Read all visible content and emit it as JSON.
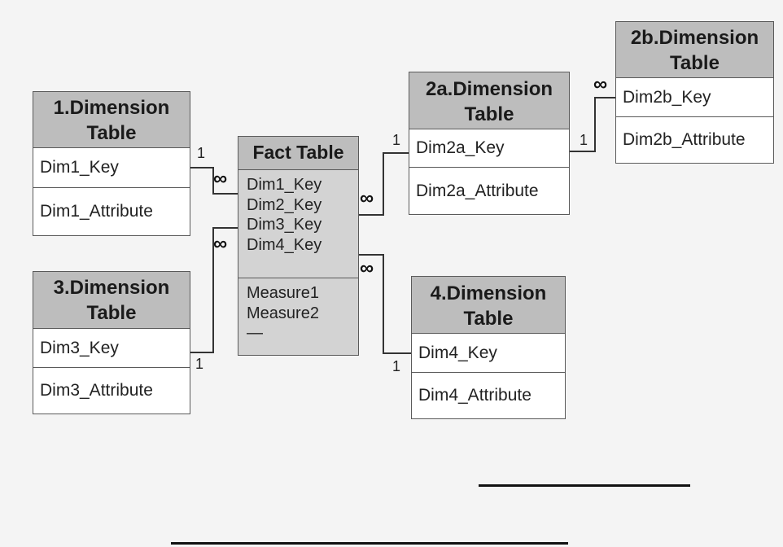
{
  "tables": {
    "dim1": {
      "title_line1": "1.Dimension",
      "title_line2": "Table",
      "rows": [
        "Dim1_Key",
        "Dim1_Attribute"
      ]
    },
    "fact": {
      "title": "Fact Table",
      "keys": [
        "Dim1_Key",
        "Dim2_Key",
        "Dim3_Key",
        "Dim4_Key"
      ],
      "measures": [
        "Measure1",
        "Measure2",
        "—"
      ]
    },
    "dim2a": {
      "title_line1": "2a.Dimension",
      "title_line2": "Table",
      "rows": [
        "Dim2a_Key",
        "Dim2a_Attribute"
      ]
    },
    "dim2b": {
      "title_line1": "2b.Dimension",
      "title_line2": "Table",
      "rows": [
        "Dim2b_Key",
        "Dim2b_Attribute"
      ]
    },
    "dim3": {
      "title_line1": "3.Dimension",
      "title_line2": "Table",
      "rows": [
        "Dim3_Key",
        "Dim3_Attribute"
      ]
    },
    "dim4": {
      "title_line1": "4.Dimension",
      "title_line2": "Table",
      "rows": [
        "Dim4_Key",
        "Dim4_Attribute"
      ]
    }
  },
  "cardinality": {
    "one": "1",
    "many": "∞"
  },
  "colors": {
    "header_bg": "#bdbdbd",
    "fact_bg": "#d3d3d3",
    "line": "#333333"
  }
}
